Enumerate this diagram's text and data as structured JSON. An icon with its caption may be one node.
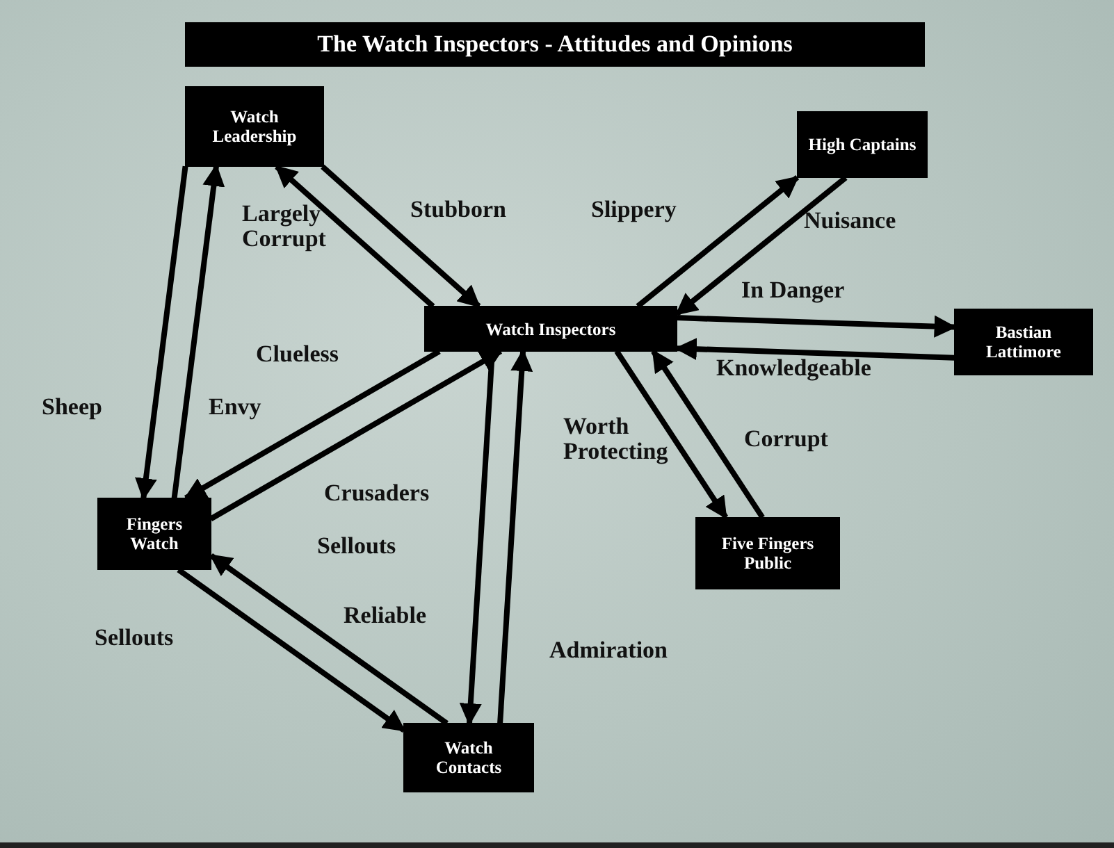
{
  "diagram": {
    "title": "The Watch Inspectors - Attitudes and Opinions",
    "nodes": [
      {
        "text": [
          "Watch Leadership"
        ]
      },
      {
        "text": [
          "High Captains"
        ]
      },
      {
        "text": [
          "Watch Inspectors"
        ]
      },
      {
        "text": [
          "Bastian Lattimore"
        ]
      },
      {
        "text": [
          "Fingers Watch"
        ]
      },
      {
        "text": [
          "Five Fingers Public"
        ]
      },
      {
        "text": [
          "Watch Contacts"
        ]
      }
    ],
    "edges": [
      {
        "from": 0,
        "to": 2,
        "arrow": "to",
        "label": "Stubborn"
      },
      {
        "from": 2,
        "to": 0,
        "arrow": "to",
        "label": "Largely Corrupt"
      },
      {
        "from": 2,
        "to": 1,
        "arrow": "to",
        "label": "Slippery"
      },
      {
        "from": 1,
        "to": 2,
        "arrow": "to",
        "label": "Nuisance"
      },
      {
        "from": 2,
        "to": 3,
        "arrow": "to",
        "label": "In Danger"
      },
      {
        "from": 3,
        "to": 2,
        "arrow": "to",
        "label": "Knowledgeable"
      },
      {
        "from": 0,
        "to": 4,
        "arrow": "to",
        "label": "Sheep"
      },
      {
        "from": 4,
        "to": 0,
        "arrow": "to",
        "label": "Envy"
      },
      {
        "from": 2,
        "to": 4,
        "arrow": "to",
        "label": "Clueless"
      },
      {
        "from": 4,
        "to": 2,
        "arrow": "to",
        "label": "Crusaders"
      },
      {
        "from": 2,
        "to": 5,
        "arrow": "to",
        "label": "Worth Protecting"
      },
      {
        "from": 5,
        "to": 2,
        "arrow": "to",
        "label": "Corrupt"
      },
      {
        "from": 4,
        "to": 6,
        "arrow": "to",
        "label": "Sellouts"
      },
      {
        "from": 6,
        "to": 4,
        "arrow": "to",
        "label": "Sellouts"
      },
      {
        "from": 2,
        "to": 6,
        "arrow": "to",
        "label": "Reliable"
      },
      {
        "from": 6,
        "to": 2,
        "arrow": "to",
        "label": "Admiration"
      }
    ]
  }
}
